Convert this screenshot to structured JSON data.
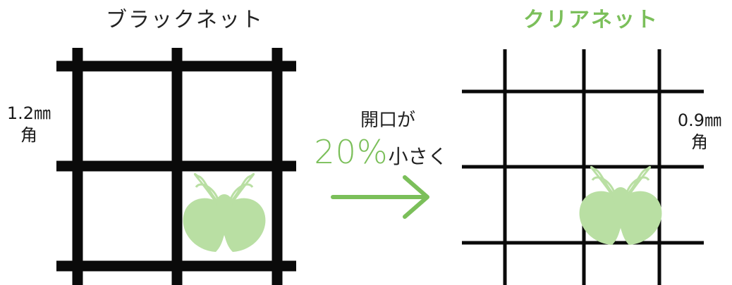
{
  "left_panel": {
    "title": "ブラックネット",
    "mesh_size": "1.2㎜",
    "mesh_unit": "角"
  },
  "right_panel": {
    "title": "クリアネット",
    "mesh_size": "0.9㎜",
    "mesh_unit": "角"
  },
  "comparison": {
    "line1": "開口が",
    "percent": "20%",
    "line2": "小さく"
  },
  "colors": {
    "accent_green": "#7bbf5a",
    "insect_green": "#b9dfa3",
    "net_black": "#0a0a0a"
  },
  "icons": {
    "arrow": "right-arrow-icon",
    "insect": "moth-icon"
  }
}
